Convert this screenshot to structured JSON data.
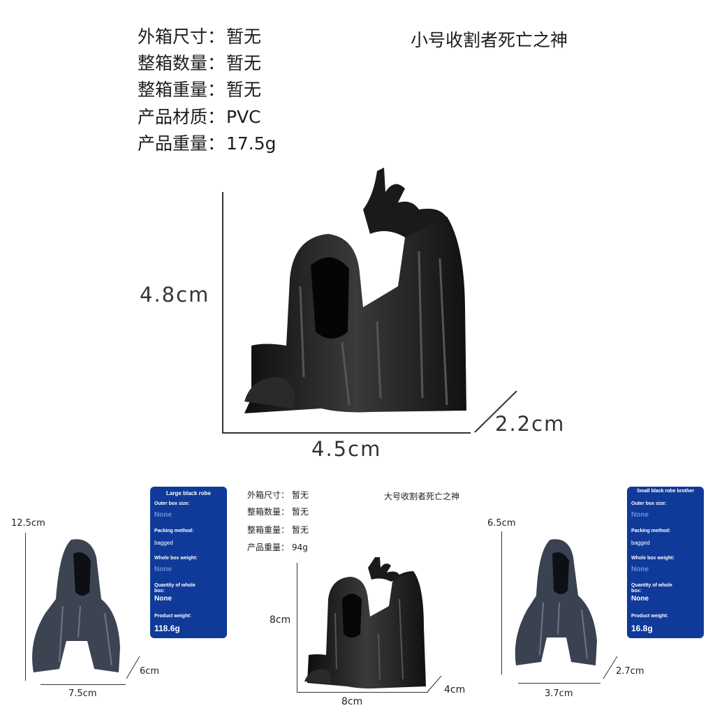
{
  "top": {
    "specs": [
      {
        "label": "外箱尺寸：",
        "value": "暂无"
      },
      {
        "label": "整箱数量：",
        "value": "暂无"
      },
      {
        "label": "整箱重量：",
        "value": "暂无"
      },
      {
        "label": "产品材质：",
        "value": "PVC"
      },
      {
        "label": "产品重量：",
        "value": "17.5g"
      }
    ],
    "title": "小号收割者死亡之神",
    "dims": {
      "height": "4.8cm",
      "width": "4.5cm",
      "depth": "2.2cm"
    }
  },
  "left_card": {
    "title": "Large black robe",
    "outer_box_label": "Outer box size:",
    "outer_box_value": "None",
    "packing_label": "Packing method:",
    "packing_value": "bagged",
    "whole_weight_label": "Whole box weight:",
    "whole_weight_value": "None",
    "quantity_label": "Quantity of whole box:",
    "quantity_value": "None",
    "product_weight_label": "Product weight:",
    "product_weight_value": "118.6g",
    "dims": {
      "height": "12.5cm",
      "width": "7.5cm",
      "depth": "6cm"
    }
  },
  "middle": {
    "specs": [
      {
        "label": "外箱尺寸：",
        "value": "暂无"
      },
      {
        "label": "整箱数量：",
        "value": "暂无"
      },
      {
        "label": "整箱重量：",
        "value": "暂无"
      },
      {
        "label": "产品重量：",
        "value": "94g"
      }
    ],
    "title": "大号收割者死亡之神",
    "dims": {
      "height": "8cm",
      "width": "8cm",
      "depth": "4cm"
    }
  },
  "right_card": {
    "title": "Small black robe brother",
    "outer_box_label": "Outer box size:",
    "outer_box_value": "None",
    "packing_label": "Packing method:",
    "packing_value": "bagged",
    "whole_weight_label": "Whole box weight:",
    "whole_weight_value": "None",
    "quantity_label": "Quantity of whole box:",
    "quantity_value": "None",
    "product_weight_label": "Product weight:",
    "product_weight_value": "16.8g",
    "dims": {
      "height": "6.5cm",
      "width": "3.7cm",
      "depth": "2.7cm"
    }
  },
  "colors": {
    "card_bg": "#0f3a9a",
    "figure_dark": "#1b1b1b",
    "figure_grey": "#3c4452"
  }
}
